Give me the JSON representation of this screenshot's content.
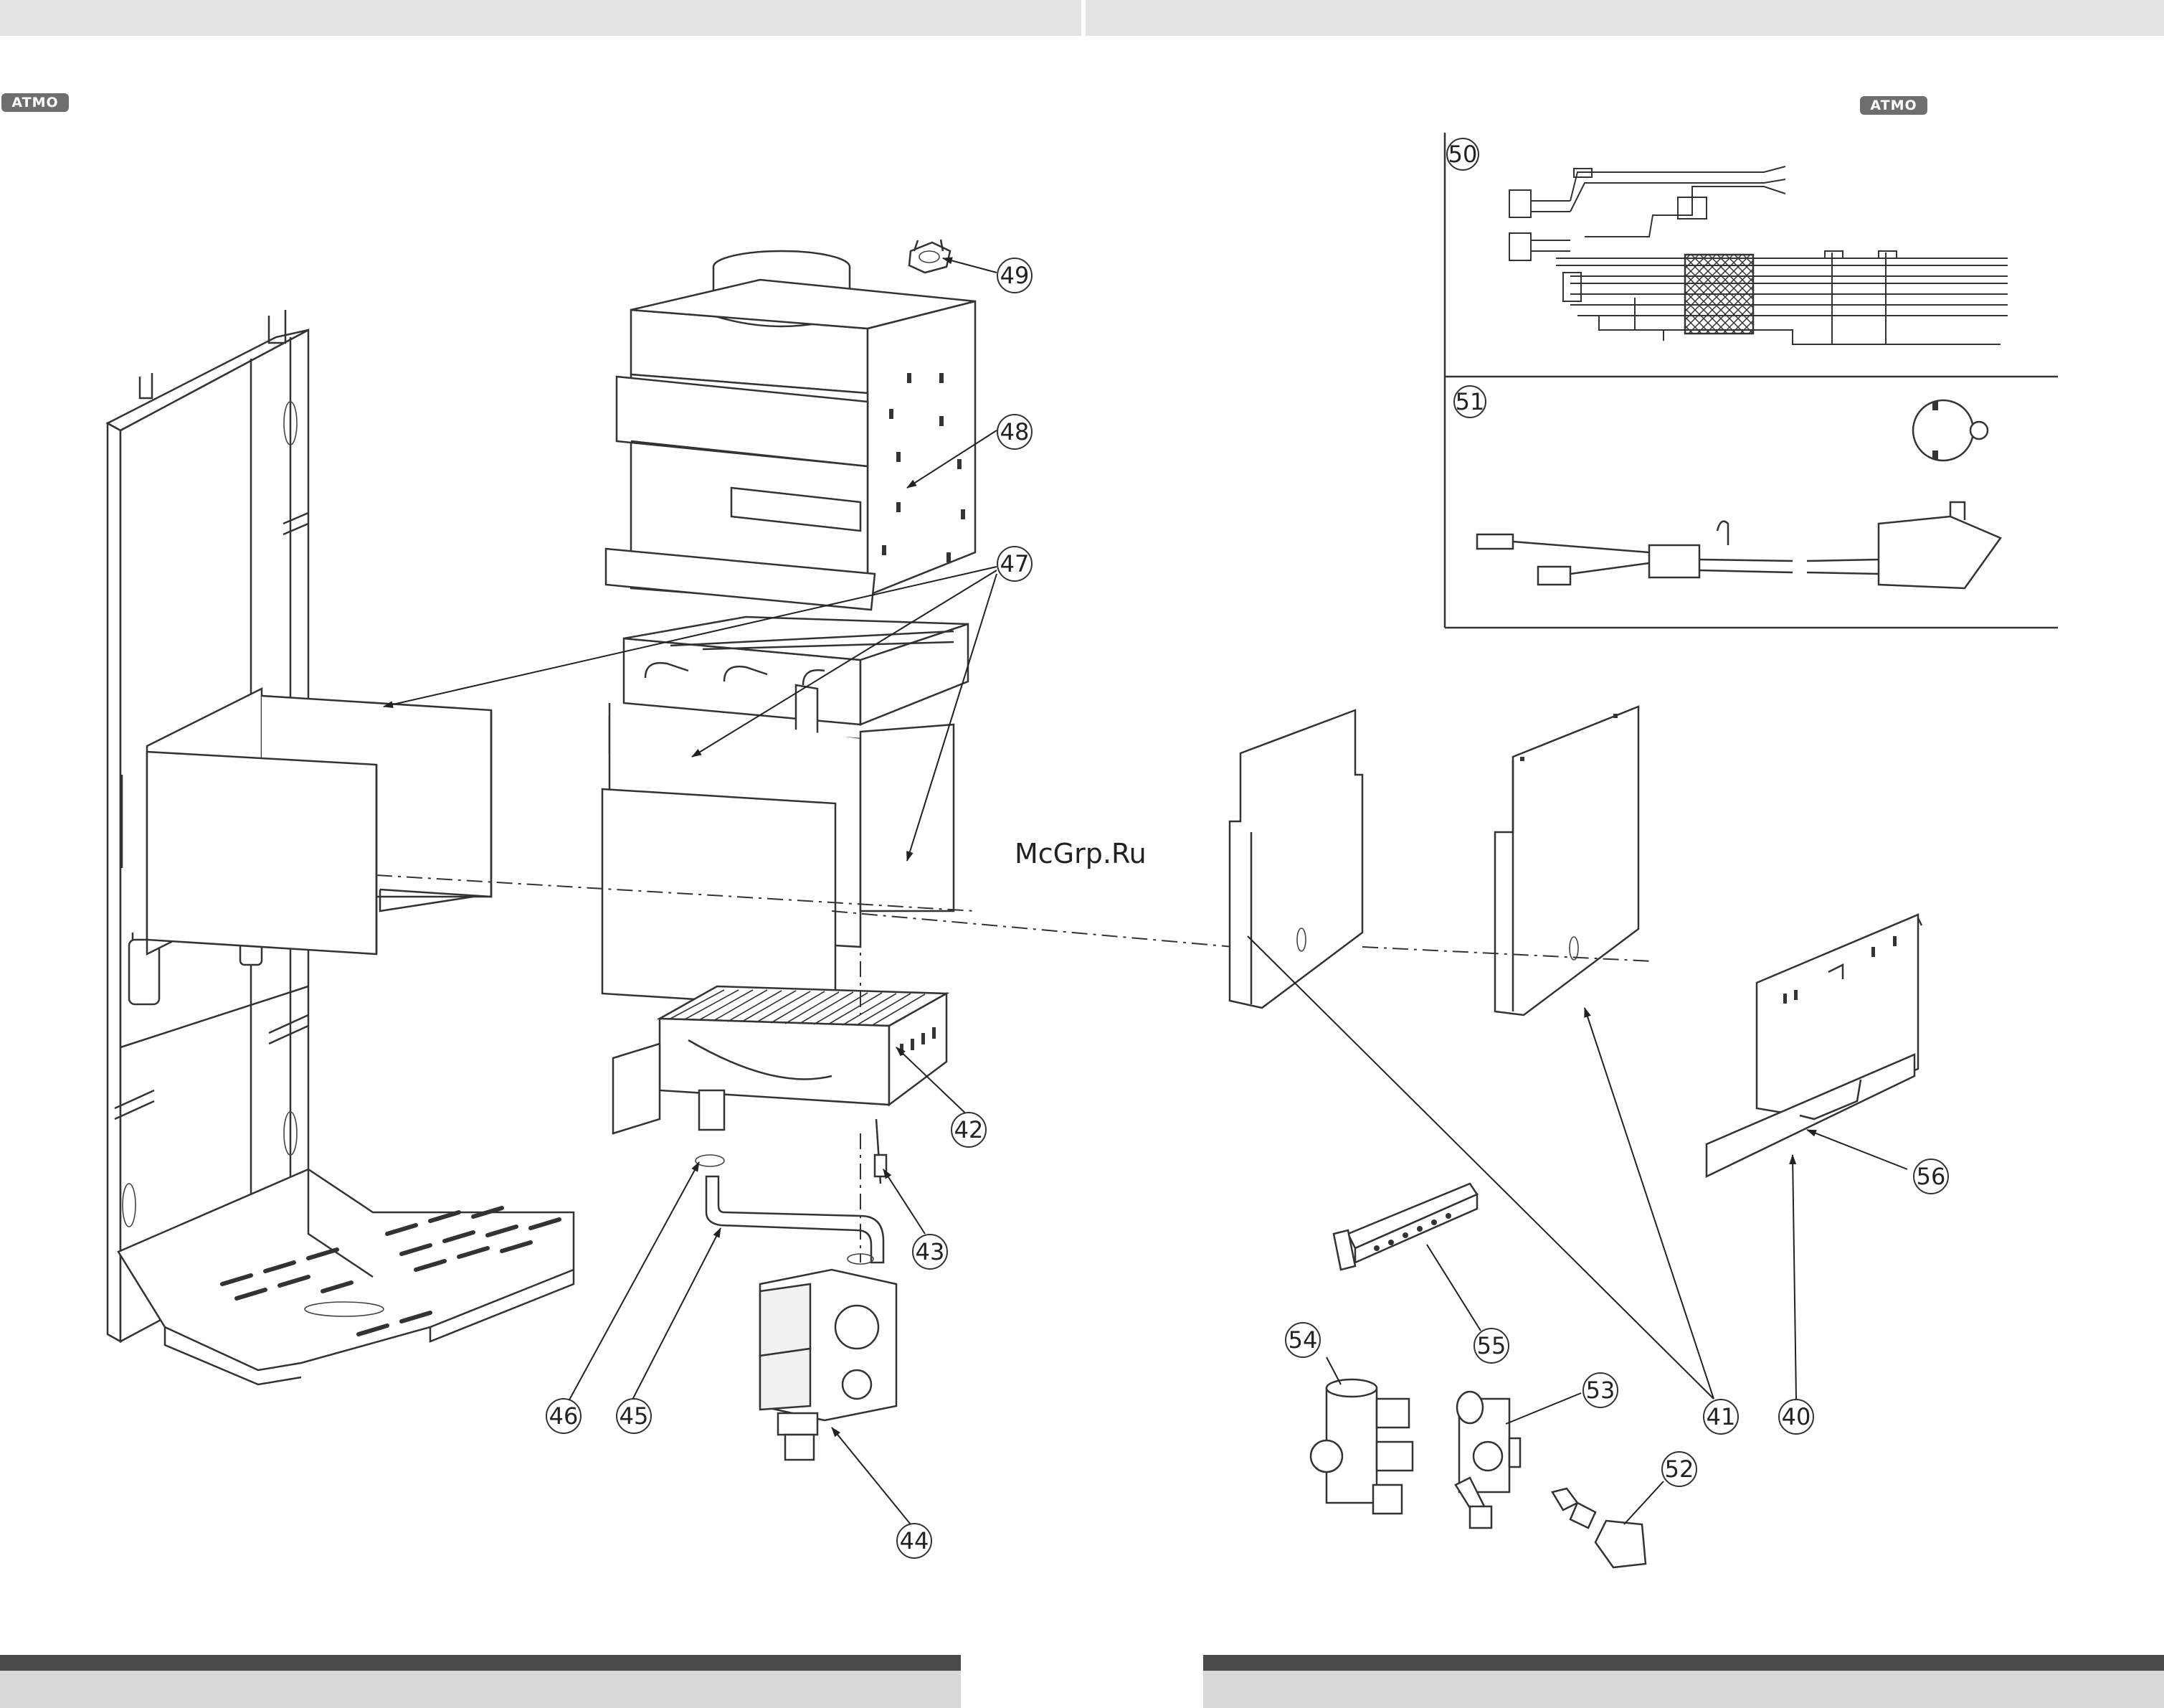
{
  "page": {
    "brand_badge_left": "ATMO",
    "brand_badge_right": "ATMO",
    "watermark": "McGrp.Ru"
  },
  "callouts": {
    "n40": "40",
    "n41": "41",
    "n42": "42",
    "n43": "43",
    "n44": "44",
    "n45": "45",
    "n46": "46",
    "n47": "47",
    "n48": "48",
    "n49": "49",
    "n50": "50",
    "n51": "51",
    "n52": "52",
    "n53": "53",
    "n54": "54",
    "n55": "55",
    "n56": "56"
  },
  "colors": {
    "header_bar": "#e3e3e3",
    "footer_dark": "#4a4a4a",
    "footer_light": "#d8d8d8",
    "badge": "#6e6e6e",
    "line": "#333333"
  }
}
